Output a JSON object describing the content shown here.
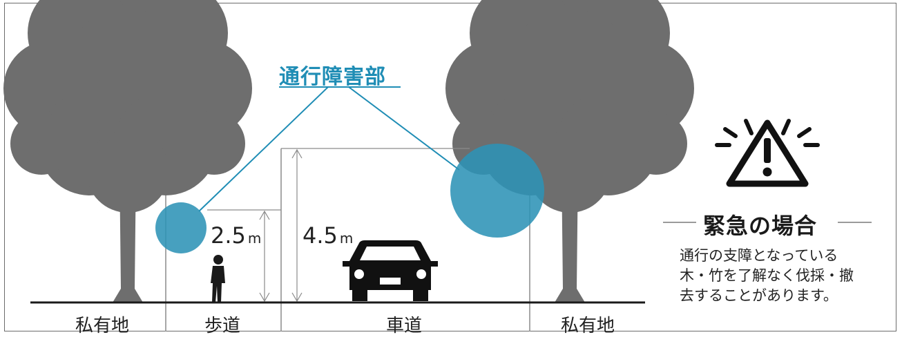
{
  "callout": {
    "title": "通行障害部"
  },
  "zones": {
    "left_private": "私有地",
    "sidewalk": "歩道",
    "roadway": "車道",
    "right_private": "私有地"
  },
  "heights": {
    "sidewalk": {
      "value": "2.5",
      "unit": "m"
    },
    "roadway": {
      "value": "4.5",
      "unit": "m"
    }
  },
  "emergency": {
    "title": "緊急の場合",
    "lines": [
      "通行の支障となっている",
      "木・竹を了解なく伐採・撤",
      "去することがあります。"
    ]
  },
  "colors": {
    "accent": "#1f8db5",
    "highlight_fill": "#2e93b6",
    "tree": "#6e6e6e",
    "line": "#3a3a3a"
  },
  "icons": [
    "tree-icon",
    "pedestrian-icon",
    "car-icon",
    "warning-icon"
  ]
}
